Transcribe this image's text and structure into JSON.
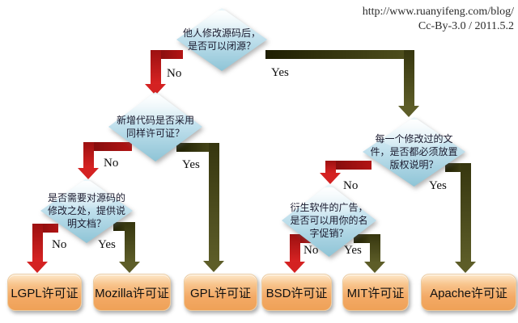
{
  "header": {
    "url": "http://www.ruanyifeng.com/blog/",
    "license_line": "Cc-By-3.0 / 2011.5.2"
  },
  "labels": {
    "yes": "Yes",
    "no": "No"
  },
  "decisions": {
    "closed_source": {
      "lines": [
        "他人修改源码后，",
        "是否可以闭源？"
      ]
    },
    "same_license": {
      "lines": [
        "新增代码是否采用",
        "同样许可证？"
      ]
    },
    "docs_required": {
      "lines": [
        "是否需要对源码的",
        "修改之处，提供说",
        "明文档？"
      ]
    },
    "copyright_notice": {
      "lines": [
        "每一个修改过的文",
        "件，是否都必须放置",
        "版权说明？"
      ]
    },
    "name_promotion": {
      "lines": [
        "衍生软件的广告，",
        "是否可以用你的名",
        "字促销？"
      ]
    }
  },
  "licenses": {
    "lgpl": "LGPL许可证",
    "mozilla": "Mozilla许可证",
    "gpl": "GPL许可证",
    "bsd": "BSD许可证",
    "mit": "MIT许可证",
    "apache": "Apache许可证"
  },
  "colors": {
    "no_arrow_red": "#d42222",
    "yes_arrow_olive": "#5d5d28",
    "diamond_fill": "#c4e2ee",
    "license_box_fill": "#f3aa66",
    "background": "#ffffff"
  }
}
